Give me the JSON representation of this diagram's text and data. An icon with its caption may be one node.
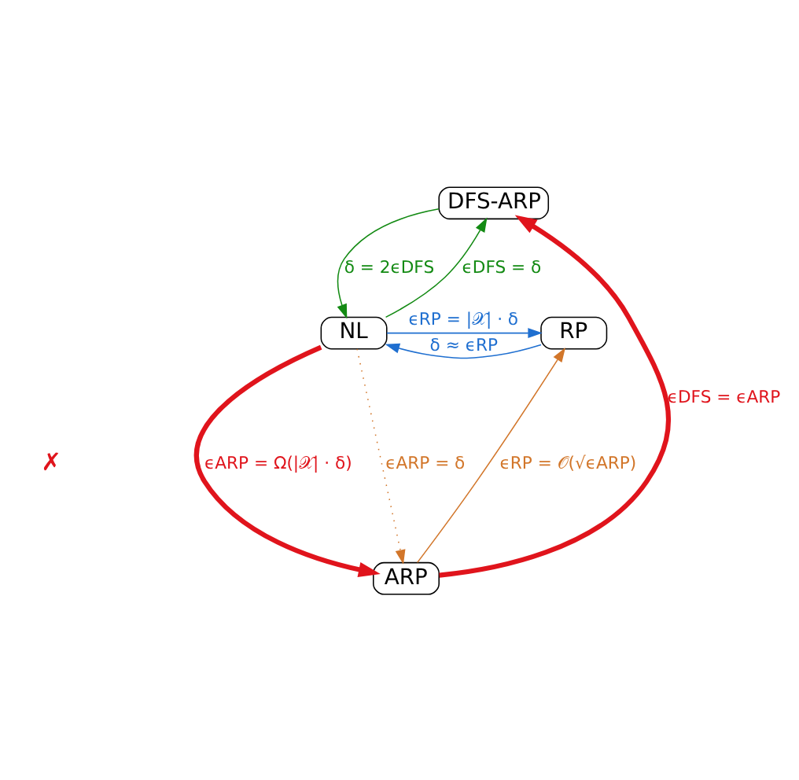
{
  "diagram": {
    "nodes": [
      {
        "text": [
          "DFS-ARP"
        ]
      },
      {
        "text": [
          "NL"
        ]
      },
      {
        "text": [
          "RP"
        ]
      },
      {
        "text": [
          "ARP"
        ]
      }
    ],
    "edges": [
      {
        "from": 1,
        "to": 0,
        "arrow": "to",
        "label": "ϵDFS = δ",
        "color": "#138a13"
      },
      {
        "from": 0,
        "to": 1,
        "arrow": "to",
        "label": "δ = 2ϵDFS",
        "color": "#138a13"
      },
      {
        "from": 1,
        "to": 2,
        "arrow": "to",
        "label": "ϵRP = |𝒳| · δ",
        "color": "#1f6fd0"
      },
      {
        "from": 2,
        "to": 1,
        "arrow": "to",
        "label": "δ ≈ ϵRP",
        "color": "#1f6fd0"
      },
      {
        "from": 1,
        "to": 3,
        "arrow": "to",
        "label": "ϵARP = Ω(|𝒳| · δ)",
        "style": "thick",
        "color": "#e0141c"
      },
      {
        "from": 1,
        "to": 3,
        "arrow": "to",
        "label": "ϵARP = δ",
        "style": "dashed",
        "color": "#d2762a"
      },
      {
        "from": 3,
        "to": 0,
        "arrow": "to",
        "label": "ϵDFS = ϵARP",
        "style": "thick",
        "color": "#e0141c"
      },
      {
        "from": 3,
        "to": 2,
        "arrow": "to",
        "label": "ϵRP = 𝒪(√ϵARP)",
        "color": "#d2762a"
      }
    ],
    "labels": [
      "✗"
    ]
  }
}
